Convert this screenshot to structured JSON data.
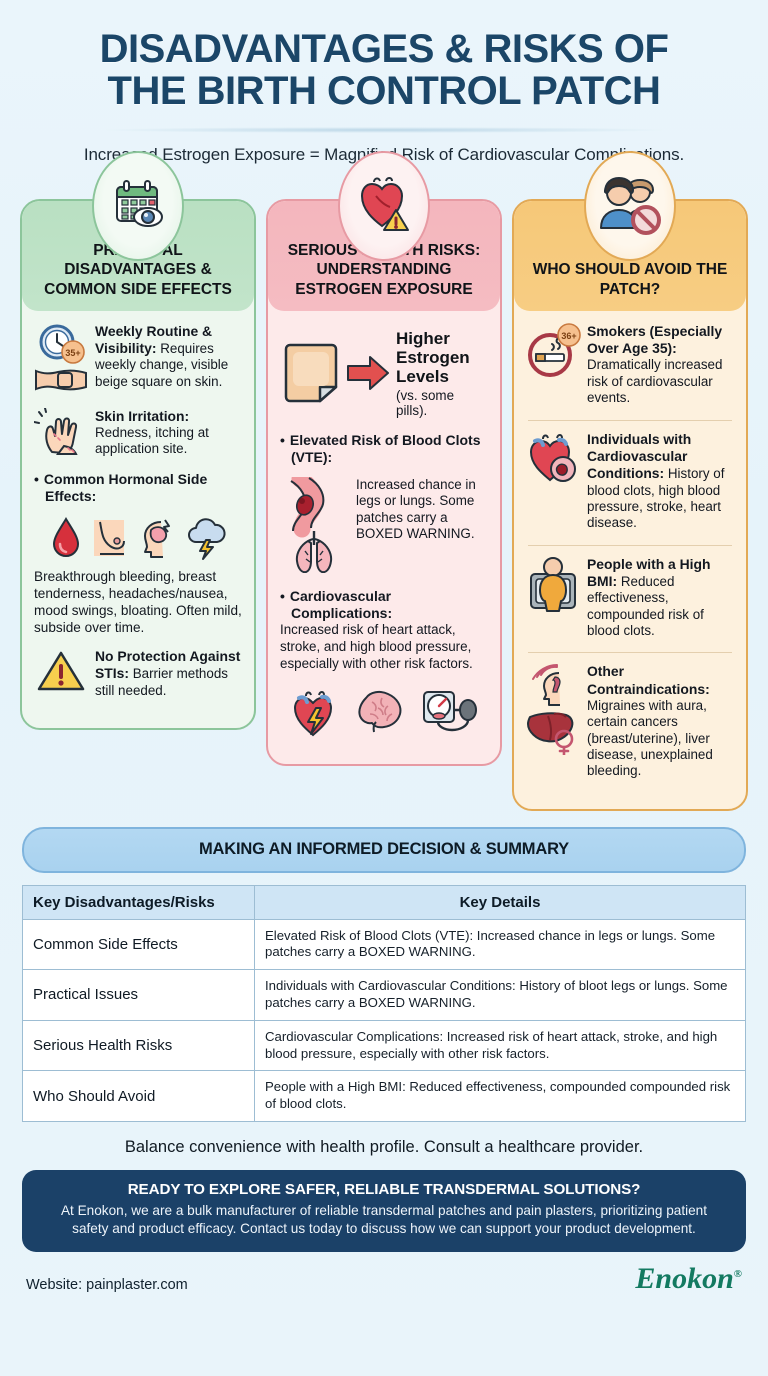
{
  "header": {
    "title_line1": "DISADVANTAGES & RISKS OF",
    "title_line2": "THE BIRTH CONTROL PATCH",
    "subtitle": "Increased Estrogen Exposure = Magnified Risk of Cardiovascular Complications."
  },
  "colors": {
    "title": "#1b4668",
    "green_border": "#8cc59b",
    "green_head": "#bde1c5",
    "pink_border": "#e79aa3",
    "pink_head": "#f4b6bd",
    "orange_border": "#e2a955",
    "orange_head": "#f6c878",
    "banner_blue": "#b3d8f2",
    "cta_navy": "#1b4168",
    "brand_green": "#137a61"
  },
  "columns": [
    {
      "badge_icon": "calendar-eye-icon",
      "heading": "PRACTICAL DISADVANTAGES & COMMON SIDE EFFECTS",
      "items": [
        {
          "icons": [
            "clock-35plus-icon",
            "arm-patch-icon"
          ],
          "title": "Weekly Routine & Visibility:",
          "body": "Requires weekly change, visible beige square on skin."
        },
        {
          "icons": [
            "itchy-hand-icon"
          ],
          "title": "Skin Irritation:",
          "body": "Redness, itching at application site."
        }
      ],
      "bullet": {
        "title": "Common Hormonal Side Effects:",
        "icons": [
          "blood-drop-icon",
          "breast-icon",
          "headache-head-icon",
          "storm-cloud-icon"
        ],
        "body": "Breakthrough bleeding, breast tenderness, headaches/nausea, mood swings, bloating. Often mild, subside over time."
      },
      "final": {
        "icons": [
          "warning-triangle-icon"
        ],
        "title": "No Protection Against STIs:",
        "body": "Barrier methods still needed."
      }
    },
    {
      "badge_icon": "heart-warning-icon",
      "heading": "SERIOUS HEALTH RISKS: UNDERSTANDING ESTROGEN EXPOSURE",
      "feature": {
        "icon": "patch-square-icon",
        "arrow": "right-arrow-icon",
        "title": "Higher Estrogen Levels",
        "note": "(vs. some pills)."
      },
      "bullets": [
        {
          "title": "Elevated Risk of Blood Clots (VTE):",
          "icons": [
            "clotted-vein-icon",
            "lungs-icon"
          ],
          "body": "Increased chance in legs or lungs. Some patches carry a BOXED WARNING."
        },
        {
          "title": "Cardiovascular Complications:",
          "icons": [],
          "body": "Increased risk of heart attack, stroke, and high blood pressure, especially with other risk factors."
        }
      ],
      "footer_icons": [
        "heart-attack-icon",
        "brain-icon",
        "blood-pressure-cuff-icon"
      ]
    },
    {
      "badge_icon": "people-prohibited-icon",
      "heading": "WHO SHOULD AVOID THE PATCH?",
      "items": [
        {
          "icons": [
            "no-smoking-35plus-icon"
          ],
          "title": "Smokers (Especially Over Age 35):",
          "body": "Dramatically increased risk of cardiovascular events."
        },
        {
          "icons": [
            "heart-clot-icon"
          ],
          "title": "Individuals with Cardiovascular Conditions:",
          "body": "History of blood clots, high blood pressure, stroke, heart disease."
        },
        {
          "icons": [
            "bmi-scale-icon"
          ],
          "title": "People with a High BMI:",
          "body": "Reduced effectiveness, compounded risk of blood clots."
        },
        {
          "icons": [
            "migraine-aura-icon",
            "liver-female-icon"
          ],
          "title": "Other Contraindications:",
          "body": "Migraines with aura, certain cancers (breast/uterine), liver disease, unexplained bleeding."
        }
      ]
    }
  ],
  "summary": {
    "banner": "MAKING AN INFORMED DECISION & SUMMARY",
    "headers": [
      "Key Disadvantages/Risks",
      "Key Details"
    ],
    "rows": [
      {
        "key": "Common Side Effects",
        "detail": "Elevated Risk of Blood Clots (VTE): Increased chance in legs or lungs. Some patches carry a BOXED WARNING."
      },
      {
        "key": "Practical Issues",
        "detail": "Individuals with Cardiovascular Conditions: History of bloot legs or lungs. Some patches carry a BOXED WARNING."
      },
      {
        "key": "Serious Health Risks",
        "detail": "Cardiovascular Complications: Increased risk of heart attack, stroke, and high blood pressure, especially with other risk factors."
      },
      {
        "key": "Who Should Avoid",
        "detail": "People with a High BMI: Reduced effectiveness, compounded compounded risk of blood clots."
      }
    ],
    "closing": "Balance convenience with health profile. Consult a healthcare provider."
  },
  "cta": {
    "headline": "READY TO EXPLORE SAFER, RELIABLE TRANSDERMAL SOLUTIONS?",
    "body": "At Enokon, we are a bulk manufacturer of reliable transdermal patches and pain plasters, prioritizing patient safety and product efficacy. Contact us today to discuss how we can support your product development."
  },
  "footer": {
    "website": "Website: painplaster.com",
    "brand": "Enokon",
    "brand_mark": "®"
  },
  "badges": {
    "age35": "35+",
    "age35b": "36+"
  }
}
